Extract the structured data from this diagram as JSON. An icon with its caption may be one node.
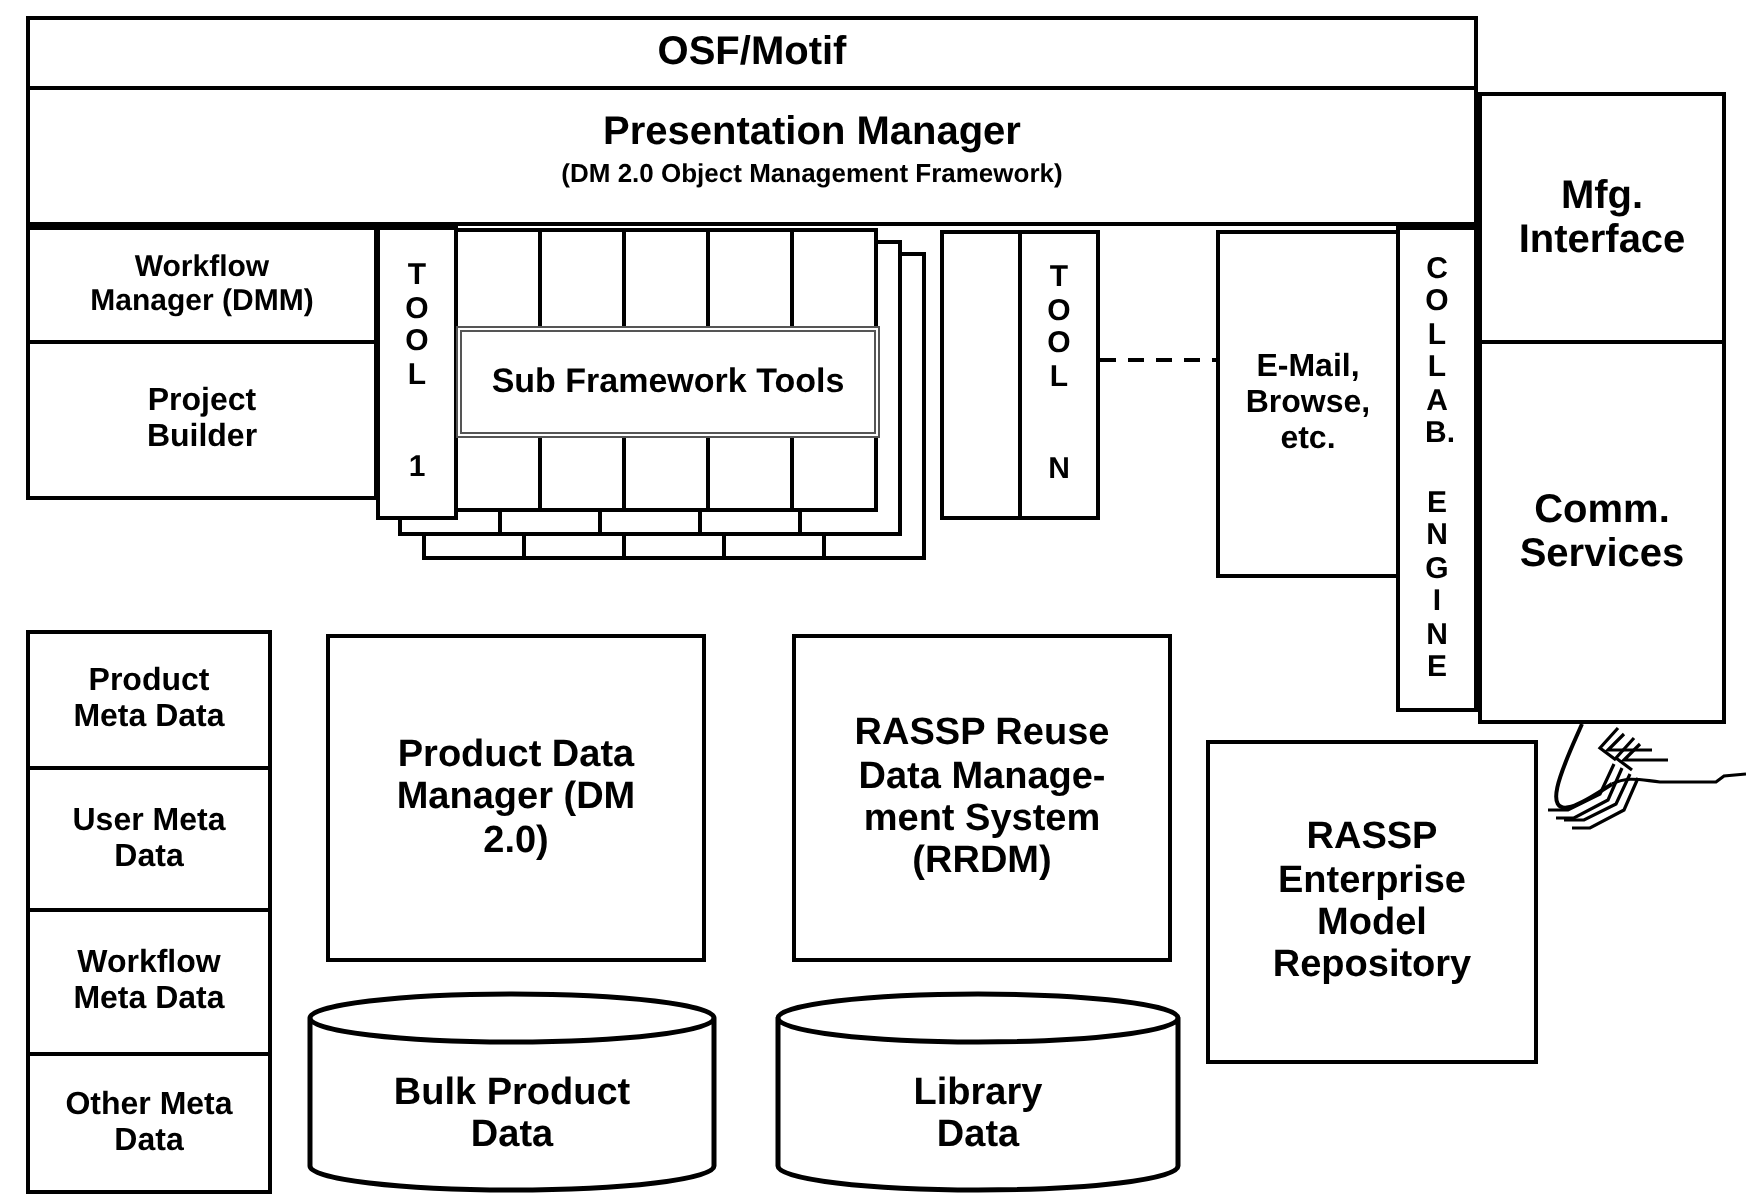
{
  "diagram": {
    "nodes": [
      {
        "text": [
          "OSF/Motif"
        ]
      },
      {
        "text": [
          "Presentation Manager",
          "(DM 2.0 Object Management Framework)"
        ]
      },
      {
        "text": [
          "Workflow Manager (DMM)"
        ]
      },
      {
        "text": [
          "Project Builder"
        ]
      },
      {
        "text": [
          "TOOL",
          "1"
        ]
      },
      {
        "text": [
          "Sub Framework Tools"
        ]
      },
      {
        "text": [],
        "shape": "box"
      },
      {
        "text": [
          "TOOL",
          "N"
        ]
      },
      {
        "text": [
          "E-Mail, Browse, etc."
        ]
      },
      {
        "text": [
          "COLLAB.",
          "ENGINE"
        ]
      },
      {
        "text": [
          "Mfg. Interface"
        ]
      },
      {
        "text": [
          "Comm. Services"
        ]
      },
      {
        "text": [
          "Product Meta Data"
        ]
      },
      {
        "text": [
          "User Meta Data"
        ]
      },
      {
        "text": [
          "Workflow Meta Data"
        ]
      },
      {
        "text": [
          "Other Meta Data"
        ]
      },
      {
        "text": [
          "Product Data Manager (DM 2.0)"
        ]
      },
      {
        "text": [
          "RASSP Reuse Data Manage- ment System (RRDM)"
        ]
      },
      {
        "text": [
          "Bulk Product Data"
        ]
      },
      {
        "text": [
          "Library Data"
        ]
      },
      {
        "text": [
          "RASSP Enterprise Model Repository"
        ]
      }
    ],
    "edges": [
      {
        "from": 7,
        "to": 8,
        "arrow": "none",
        "style": "dashed"
      },
      {
        "from": 11,
        "to": null,
        "arrow": "other"
      }
    ]
  }
}
